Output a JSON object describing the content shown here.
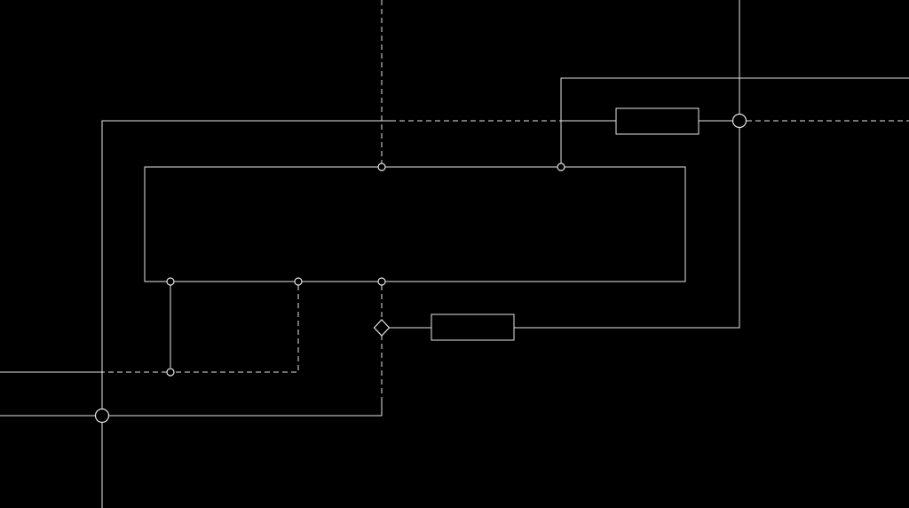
{
  "diagram": {
    "background": "#000000",
    "line_color": "#e6e6e6",
    "elements": {
      "main_block": "rectangle",
      "resistor_top": "rectangle-component",
      "resistor_bottom": "rectangle-component",
      "junction_types": [
        "small-circle",
        "large-circle",
        "diamond"
      ]
    }
  }
}
